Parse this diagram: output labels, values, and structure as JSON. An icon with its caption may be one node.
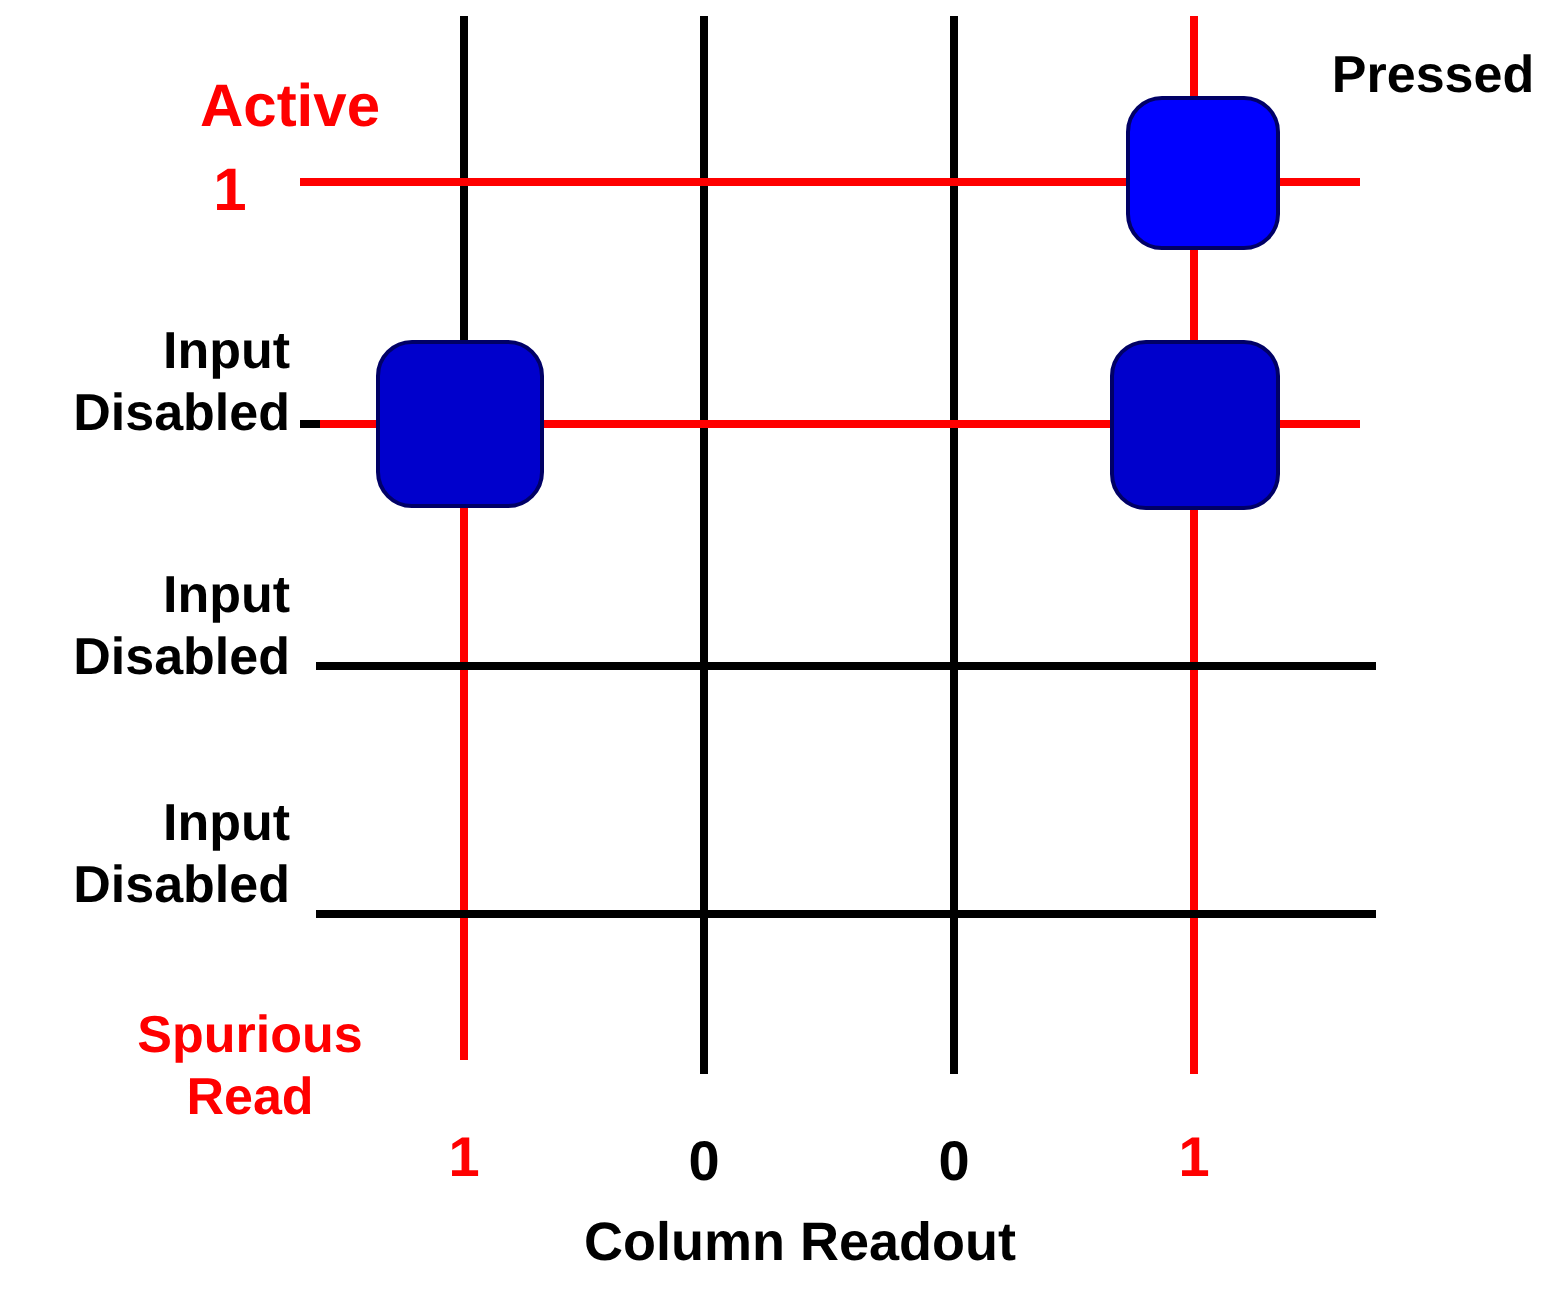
{
  "diagram": {
    "nodes": [
      {
        "text": [],
        "shape": "box"
      },
      {
        "text": [],
        "shape": "box"
      },
      {
        "text": [],
        "shape": "box"
      }
    ],
    "labels": [
      "Active",
      "1",
      "Pressed",
      "Input Disabled",
      "Input Disabled",
      "Input Disabled",
      "Spurious Read",
      "1",
      "0",
      "0",
      "1",
      "Column Readout"
    ]
  }
}
